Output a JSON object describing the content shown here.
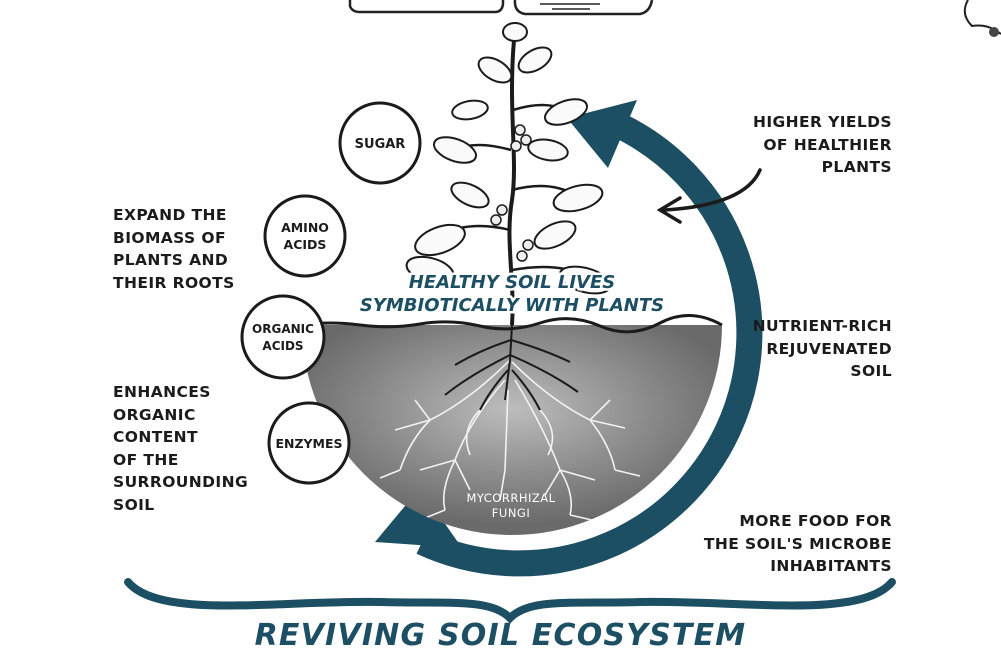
{
  "circles": [
    {
      "id": "sugar",
      "lines": [
        "SUGAR"
      ]
    },
    {
      "id": "amino-acids",
      "lines": [
        "AMINO",
        "ACIDS"
      ]
    },
    {
      "id": "organic-acids",
      "lines": [
        "ORGANIC",
        "ACIDS"
      ]
    },
    {
      "id": "enzymes",
      "lines": [
        "ENZYMES"
      ]
    }
  ],
  "notes": {
    "expand_biomass": [
      "EXPAND THE",
      "BIOMASS OF",
      "PLANTS AND",
      "THEIR ROOTS"
    ],
    "enhances_organic": [
      "ENHANCES",
      "ORGANIC",
      "CONTENT",
      "OF THE",
      "SURROUNDING",
      "SOIL"
    ],
    "higher_yields": [
      "HIGHER YIELDS",
      "OF HEALTHIER",
      "PLANTS"
    ],
    "nutrient_rich": [
      "NUTRIENT-RICH",
      "REJUVENATED",
      "SOIL"
    ],
    "more_food": [
      "MORE FOOD FOR",
      "THE SOIL'S MICROBE",
      "INHABITANTS"
    ]
  },
  "center_caption": [
    "HEALTHY SOIL LIVES",
    "SYMBIOTICALLY WITH PLANTS"
  ],
  "fungi_label": [
    "MYCORRHIZAL",
    "FUNGI"
  ],
  "title": "REVIVING SOIL ECOSYSTEM",
  "colors": {
    "teal": "#1c4f63",
    "soil": "#707070",
    "ink": "#1b1b1b",
    "fungi": "#f2f2f2"
  }
}
